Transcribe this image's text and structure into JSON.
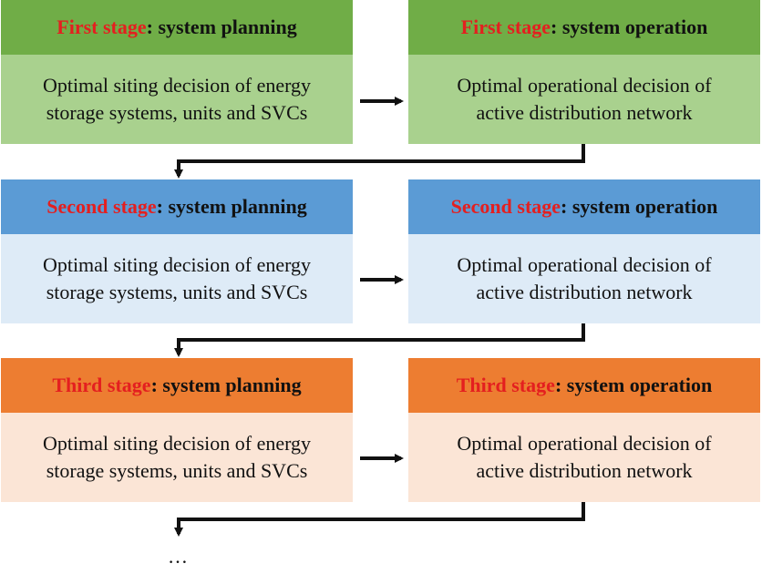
{
  "rows": [
    {
      "planning": {
        "stage": "First stage",
        "rest": ": system planning",
        "body_line1": "Optimal siting decision of energy",
        "body_line2": "storage systems, units and SVCs"
      },
      "operation": {
        "stage": "First stage",
        "rest": ": system operation",
        "body_line1": "Optimal operational decision of",
        "body_line2": "active distribution network"
      }
    },
    {
      "planning": {
        "stage": "Second stage",
        "rest": ": system planning",
        "body_line1": "Optimal siting decision of energy",
        "body_line2": "storage systems, units and SVCs"
      },
      "operation": {
        "stage": "Second stage",
        "rest": ": system operation",
        "body_line1": "Optimal operational decision of",
        "body_line2": "active distribution network"
      }
    },
    {
      "planning": {
        "stage": "Third stage",
        "rest": ": system planning",
        "body_line1": "Optimal siting decision of energy",
        "body_line2": "storage systems, units and SVCs"
      },
      "operation": {
        "stage": "Third stage",
        "rest": ": system operation",
        "body_line1": "Optimal operational decision of",
        "body_line2": "active distribution network"
      }
    }
  ],
  "ellipsis": "…",
  "colors": {
    "stage_label": "#e41f1f",
    "row1_header": "#70ad47",
    "row1_body": "#a9d18e",
    "row2_header": "#5b9bd5",
    "row2_body": "#deebf7",
    "row3_header": "#ed7d31",
    "row3_body": "#fbe5d6"
  }
}
